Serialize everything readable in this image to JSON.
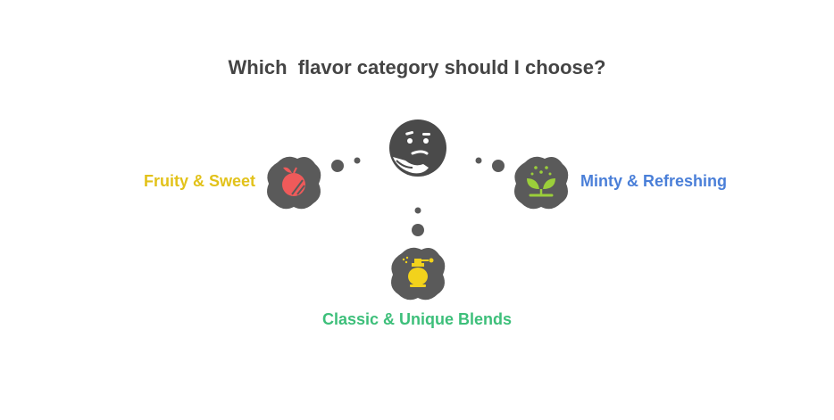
{
  "title": "Which  flavor category should I choose?",
  "center": {
    "icon": "thinking-face-icon"
  },
  "options": [
    {
      "id": "left",
      "label": "Fruity & Sweet",
      "icon": "orange-fruit-icon",
      "color": "#e2c21a",
      "icon_color": "#ef5a5a"
    },
    {
      "id": "right",
      "label": "Minty & Refreshing",
      "icon": "sprout-leaves-icon",
      "color": "#4a7fd8",
      "icon_color": "#9bcf3a"
    },
    {
      "id": "bottom",
      "label": "Classic & Unique Blends",
      "icon": "perfume-bottle-icon",
      "color": "#3dbf7a",
      "icon_color": "#f2d21c"
    }
  ],
  "colors": {
    "title": "#444444",
    "cloud": "#5a5a5a",
    "dots": "#5a5a5a"
  }
}
